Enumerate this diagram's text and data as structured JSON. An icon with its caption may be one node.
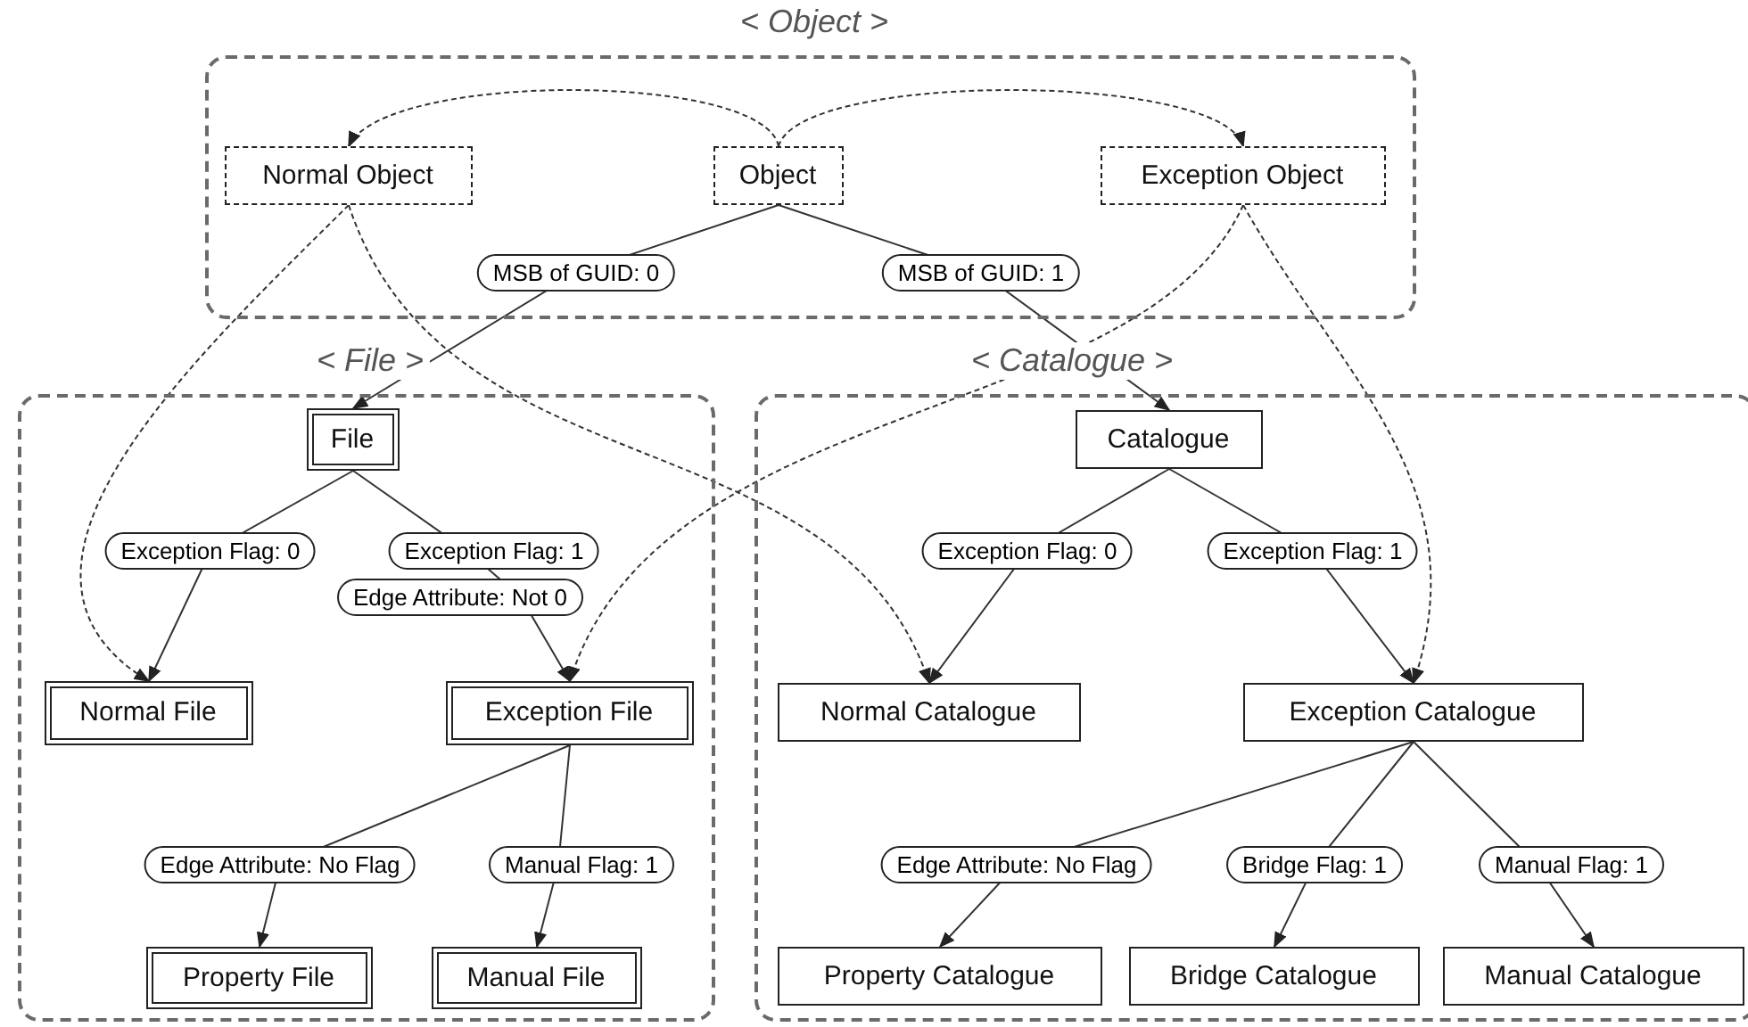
{
  "diagram": {
    "nodes": [
      {
        "text": [
          "< Object >"
        ]
      },
      {
        "text": [
          "Normal Object"
        ],
        "in": 0
      },
      {
        "text": [
          "Object"
        ],
        "in": 0
      },
      {
        "text": [
          "Exception Object"
        ],
        "in": 0
      },
      {
        "text": [
          "< File >"
        ]
      },
      {
        "text": [
          "File"
        ],
        "in": 4
      },
      {
        "text": [
          "Normal File"
        ],
        "in": 4
      },
      {
        "text": [
          "Exception File"
        ],
        "in": 4
      },
      {
        "text": [
          "Property File"
        ],
        "in": 4
      },
      {
        "text": [
          "Manual File"
        ],
        "in": 4
      },
      {
        "text": [
          "< Catalogue >"
        ]
      },
      {
        "text": [
          "Catalogue"
        ],
        "in": 10
      },
      {
        "text": [
          "Normal Catalogue"
        ],
        "in": 10
      },
      {
        "text": [
          "Exception Catalogue"
        ],
        "in": 10
      },
      {
        "text": [
          "Property Catalogue"
        ],
        "in": 10
      },
      {
        "text": [
          "Bridge Catalogue"
        ],
        "in": 10
      },
      {
        "text": [
          "Manual Catalogue"
        ],
        "in": 10
      }
    ],
    "edges": [
      {
        "from": 2,
        "to": 5,
        "arrow": "to",
        "label": "MSB of GUID: 0"
      },
      {
        "from": 2,
        "to": 11,
        "arrow": "to",
        "label": "MSB of GUID: 1"
      },
      {
        "from": 5,
        "to": 6,
        "arrow": "to",
        "label": "Exception Flag: 0"
      },
      {
        "from": 5,
        "to": 7,
        "arrow": "to",
        "label": "Exception Flag: 1"
      },
      {
        "from": 11,
        "to": 12,
        "arrow": "to",
        "label": "Exception Flag: 0"
      },
      {
        "from": 11,
        "to": 13,
        "arrow": "to",
        "label": "Exception Flag: 1"
      },
      {
        "from": 7,
        "to": 8,
        "arrow": "to",
        "label": "Edge Attribute: No Flag"
      },
      {
        "from": 7,
        "to": 9,
        "arrow": "to",
        "label": "Manual Flag: 1"
      },
      {
        "from": 13,
        "to": 14,
        "arrow": "to",
        "label": "Edge Attribute: No Flag"
      },
      {
        "from": 13,
        "to": 15,
        "arrow": "to",
        "label": "Bridge Flag: 1"
      },
      {
        "from": 13,
        "to": 16,
        "arrow": "to",
        "label": "Manual Flag: 1"
      },
      {
        "from": 2,
        "to": 1,
        "arrow": "to",
        "style": "dashed"
      },
      {
        "from": 2,
        "to": 3,
        "arrow": "to",
        "style": "dashed"
      },
      {
        "from": 1,
        "to": 6,
        "arrow": "to",
        "style": "dashed"
      },
      {
        "from": 1,
        "to": 12,
        "arrow": "to",
        "style": "dashed"
      },
      {
        "from": 3,
        "to": 7,
        "arrow": "to",
        "style": "dashed"
      },
      {
        "from": 3,
        "to": 13,
        "arrow": "to",
        "style": "dashed"
      }
    ],
    "labels": [
      "Edge Attribute: Not 0"
    ]
  }
}
